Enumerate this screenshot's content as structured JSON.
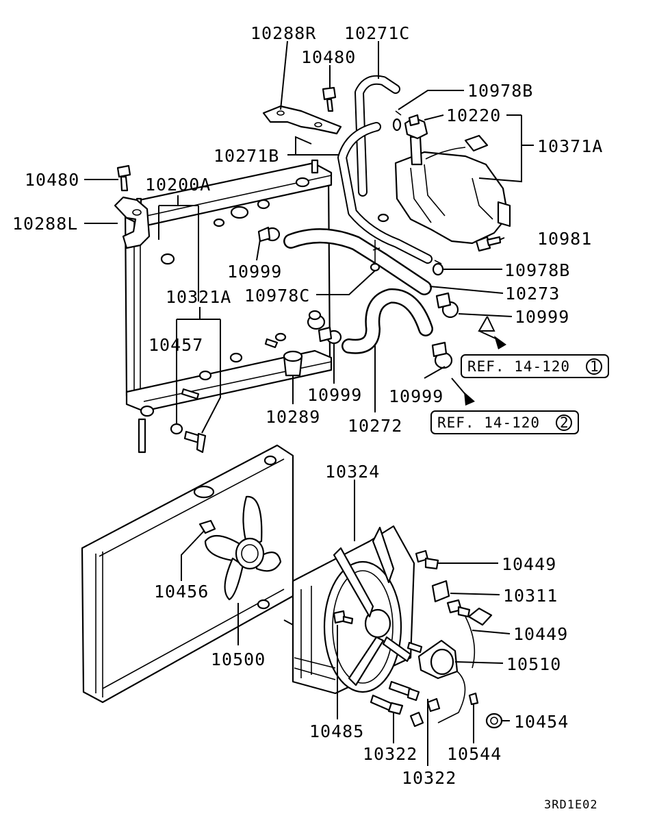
{
  "labels": {
    "l10288R": "10288R",
    "l10271C": "10271C",
    "l10480a": "10480",
    "l10978Ba": "10978B",
    "l10220": "10220",
    "l10271B": "10271B",
    "l10371A": "10371A",
    "l10480b": "10480",
    "l10200A": "10200A",
    "l10288L": "10288L",
    "l10999a": "10999",
    "l10981": "10981",
    "l10978Bb": "10978B",
    "l10321A": "10321A",
    "l10978C": "10978C",
    "l10273": "10273",
    "l10999b": "10999",
    "l10457": "10457",
    "l10999c": "10999",
    "l10999d": "10999",
    "l10289": "10289",
    "l10272": "10272",
    "l10324": "10324",
    "l10449a": "10449",
    "l10311": "10311",
    "l10456": "10456",
    "l10449b": "10449",
    "l10500": "10500",
    "l10510": "10510",
    "l10454": "10454",
    "l10485": "10485",
    "l10322a": "10322",
    "l10544": "10544",
    "l10322b": "10322"
  },
  "references": {
    "ref1_text": "REF. 14-120",
    "ref1_num": "1",
    "ref2_text": "REF. 14-120",
    "ref2_num": "2"
  },
  "diagram_code": "3RD1E02"
}
